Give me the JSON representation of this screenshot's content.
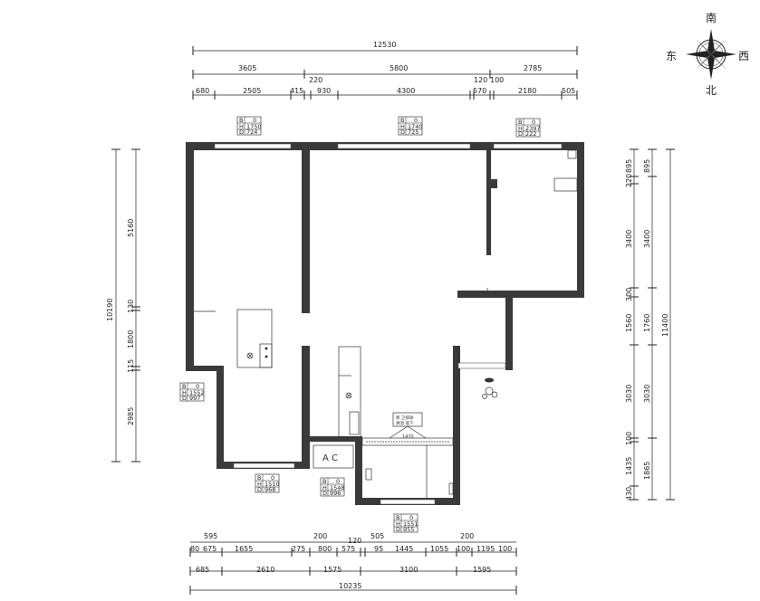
{
  "compass": {
    "south": "南",
    "east": "东",
    "west": "西",
    "north": "北"
  },
  "top_dims": {
    "row1": [
      "12530"
    ],
    "row2": [
      "3605",
      "5800",
      "2785"
    ],
    "row3": [
      "680",
      "2505",
      "415",
      "220",
      "930",
      "4300",
      "120",
      "570",
      "100",
      "2180",
      "505"
    ]
  },
  "bottom_dims": {
    "row1": [
      "595",
      "200",
      "120",
      "505",
      "200"
    ],
    "row2": [
      "80",
      "675",
      "1655",
      "275",
      "800",
      "575",
      "95",
      "1445",
      "1055",
      "100",
      "1195",
      "100"
    ],
    "row3": [
      "685",
      "2610",
      "1575",
      "3100",
      "1595"
    ],
    "row4": [
      "10235"
    ]
  },
  "left_dims": {
    "outer": [
      "10190"
    ],
    "inner": [
      "5160",
      "130",
      "1800",
      "115",
      "2985"
    ]
  },
  "right_dims": {
    "outer": [
      "11400"
    ],
    "inner_a": [
      "895",
      "220",
      "3400",
      "300",
      "1560",
      "3030",
      "100",
      "1435",
      "430"
    ],
    "inner_b": [
      "895",
      "3400",
      "1760",
      "3030",
      "1865"
    ]
  },
  "window_tags": [
    {
      "lines": [
        "B",
        "0",
        "H",
        "1750",
        "D",
        "724"
      ]
    },
    {
      "lines": [
        "B",
        "0",
        "H",
        "1740",
        "D",
        "725"
      ]
    },
    {
      "lines": [
        "B",
        "0",
        "H",
        "2397",
        "D",
        "222"
      ]
    },
    {
      "lines": [
        "B",
        "0",
        "H",
        "1552",
        "D",
        "997"
      ]
    },
    {
      "lines": [
        "B",
        "0",
        "H",
        "1510",
        "D",
        "968"
      ]
    },
    {
      "lines": [
        "B",
        "0",
        "H",
        "1548",
        "D",
        "996"
      ]
    },
    {
      "lines": [
        "B",
        "0",
        "H",
        "1551",
        "D",
        "955"
      ]
    }
  ],
  "labels": {
    "ac": "A C",
    "bath_dim": "1470",
    "bath_note_1": "移 卫排除",
    "bath_note_2": "淋浴 墙下"
  }
}
